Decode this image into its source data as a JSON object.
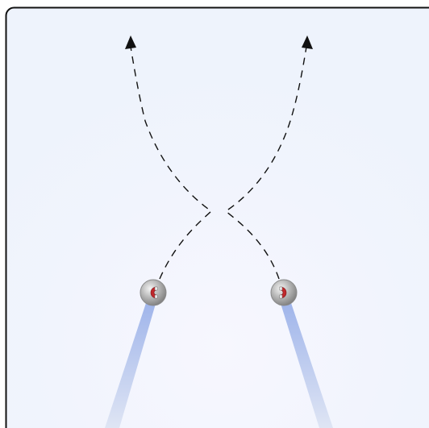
{
  "diagram": {
    "description_text": "",
    "colors": {
      "panel_background": "#eef3fc",
      "panel_border": "#111111",
      "trail": "#a9bdea",
      "ball": "#9a9a9a",
      "magnet": "#c0282c",
      "path": "#111111"
    },
    "objects": [
      {
        "name": "left-ball",
        "icon": "magnet-icon"
      },
      {
        "name": "right-ball",
        "icon": "magnet-icon"
      }
    ],
    "paths": [
      {
        "name": "left-trajectory",
        "style": "dashed",
        "arrow": "end"
      },
      {
        "name": "right-trajectory",
        "style": "dashed",
        "arrow": "end"
      }
    ]
  }
}
